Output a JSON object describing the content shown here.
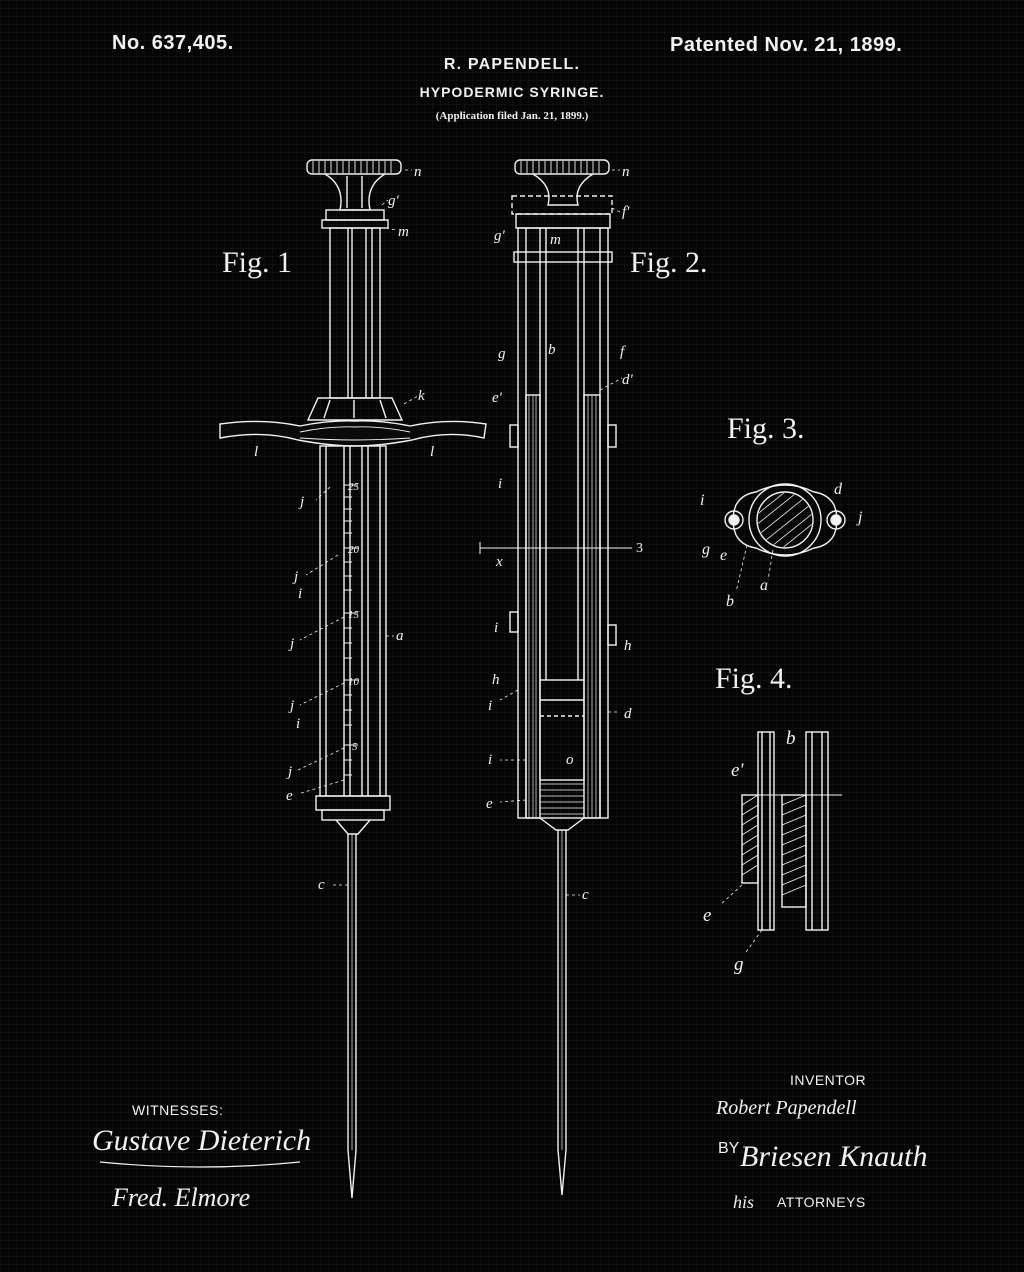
{
  "header": {
    "patent_number": "No. 637,405.",
    "patent_date": "Patented Nov. 21, 1899.",
    "inventor_name": "R. PAPENDELL.",
    "invention_title": "HYPODERMIC SYRINGE.",
    "filing_note": "(Application filed Jan. 21, 1899.)"
  },
  "figures": {
    "fig1": "Fig. 1",
    "fig2": "Fig. 2.",
    "fig3": "Fig. 3.",
    "fig4": "Fig. 4."
  },
  "scale_marks": [
    "25",
    "20",
    "15",
    "10",
    "5"
  ],
  "section_line_number": "3",
  "reference_letters": {
    "fig1": [
      "n",
      "g'",
      "m",
      "k",
      "l",
      "l",
      "j",
      "j",
      "i",
      "j",
      "a",
      "j",
      "i",
      "j",
      "e",
      "c"
    ],
    "fig2": [
      "n",
      "f'",
      "g'",
      "m",
      "g",
      "b",
      "f",
      "d'",
      "e'",
      "i",
      "x",
      "i",
      "h",
      "h",
      "i",
      "d",
      "i",
      "o",
      "e",
      "c"
    ],
    "fig3": [
      "i",
      "d",
      "j",
      "g",
      "e",
      "a",
      "b"
    ],
    "fig4": [
      "b",
      "e'",
      "e",
      "g"
    ]
  },
  "footer": {
    "witnesses_label": "WITNESSES:",
    "witness_signature_1": "Gustave Dieterich",
    "witness_signature_2": "Fred. Elmore",
    "inventor_label": "INVENTOR",
    "inventor_signature": "Robert Papendell",
    "by_label": "BY",
    "attorney_signature": "Briesen Knauth",
    "his_label": "his",
    "attorneys_label": "ATTORNEYS"
  },
  "colors": {
    "background": "#050505",
    "ink": "#f2f2f2"
  }
}
